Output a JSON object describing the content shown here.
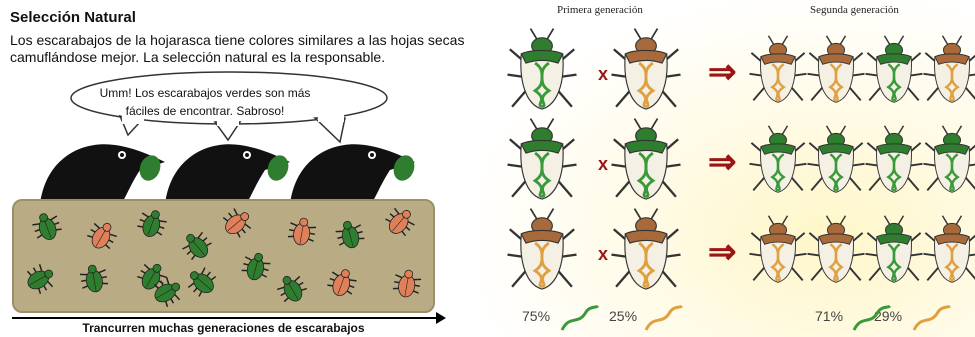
{
  "left": {
    "title": "Selección Natural",
    "description": "Los escarabajos de la hojarasca tiene colores similares a las hojas secas camuflándose mejor. La selección natural es la responsable.",
    "speech": "Umm! Los escarabajos verdes son más fáciles de encontrar. Sabroso!",
    "timeline_label": "Trancurren muchas generaciones de escarabajos"
  },
  "right": {
    "gen1_label": "Primera generación",
    "gen2_label": "Segunda generación",
    "cross_symbol": "x",
    "arrow_symbol": "⇒",
    "gen1_green_pct": "75%",
    "gen1_brown_pct": "25%",
    "gen2_green_pct": "71%",
    "gen2_brown_pct": "29%"
  },
  "colors": {
    "green_beetle": "#2f7d2f",
    "brown_beetle": "#a86a3a",
    "orange_beetle": "#e0805a",
    "ground": "#b9ac84",
    "arrow": "#9c1515"
  }
}
